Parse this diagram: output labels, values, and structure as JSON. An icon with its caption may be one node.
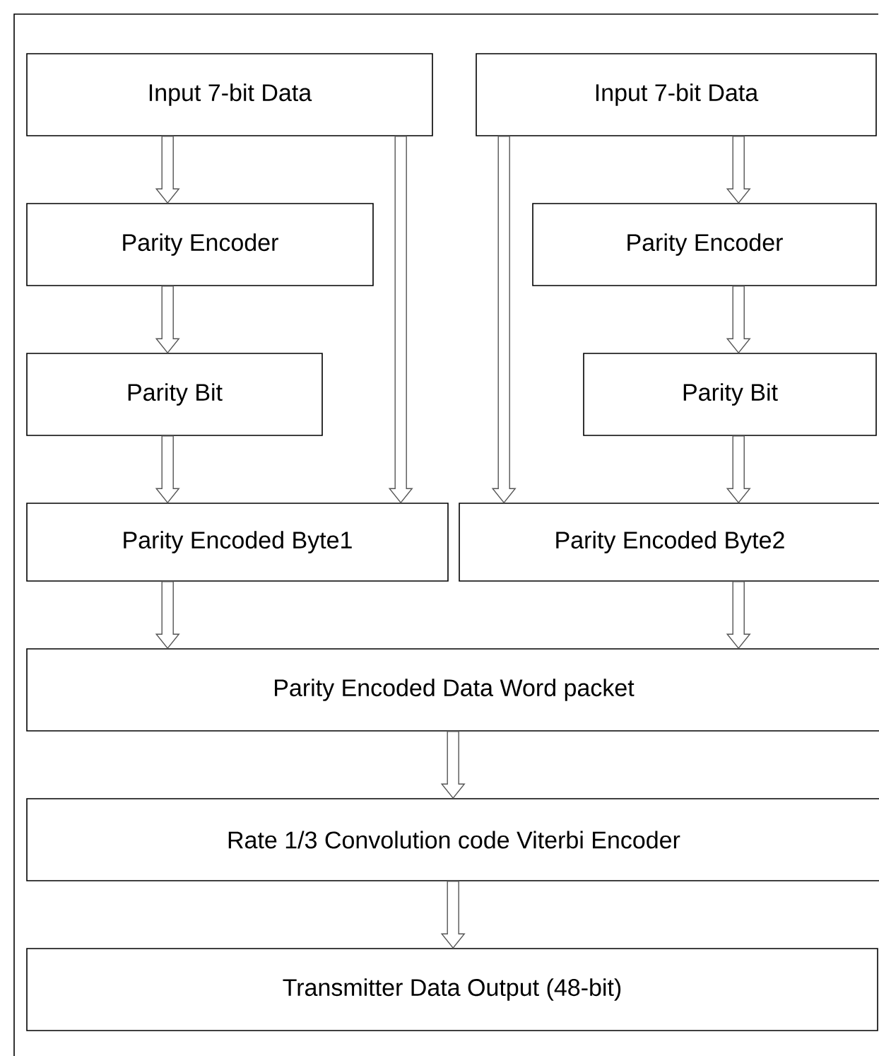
{
  "diagram": {
    "nodes": [
      {
        "text": [
          "Input 7-bit Data"
        ]
      },
      {
        "text": [
          "Input 7-bit Data"
        ]
      },
      {
        "text": [
          "Parity Encoder"
        ]
      },
      {
        "text": [
          "Parity Encoder"
        ]
      },
      {
        "text": [
          "Parity Bit"
        ]
      },
      {
        "text": [
          "Parity Bit"
        ]
      },
      {
        "text": [
          "Parity Encoded Byte1"
        ]
      },
      {
        "text": [
          "Parity Encoded Byte2"
        ]
      },
      {
        "text": [
          "Parity Encoded Data Word packet"
        ]
      },
      {
        "text": [
          "Rate 1/3 Convolution code Viterbi Encoder"
        ]
      },
      {
        "text": [
          "Transmitter Data Output (48-bit)"
        ]
      }
    ],
    "edges": [
      {
        "from": 0,
        "to": 2,
        "arrow": "to"
      },
      {
        "from": 2,
        "to": 4,
        "arrow": "to"
      },
      {
        "from": 4,
        "to": 6,
        "arrow": "to"
      },
      {
        "from": 0,
        "to": 6,
        "arrow": "to"
      },
      {
        "from": 1,
        "to": 7,
        "arrow": "to"
      },
      {
        "from": 1,
        "to": 3,
        "arrow": "to"
      },
      {
        "from": 3,
        "to": 5,
        "arrow": "to"
      },
      {
        "from": 5,
        "to": 7,
        "arrow": "to"
      },
      {
        "from": 6,
        "to": 8,
        "arrow": "to"
      },
      {
        "from": 7,
        "to": 8,
        "arrow": "to"
      },
      {
        "from": 8,
        "to": 9,
        "arrow": "to"
      },
      {
        "from": 9,
        "to": 10,
        "arrow": "to"
      }
    ]
  }
}
